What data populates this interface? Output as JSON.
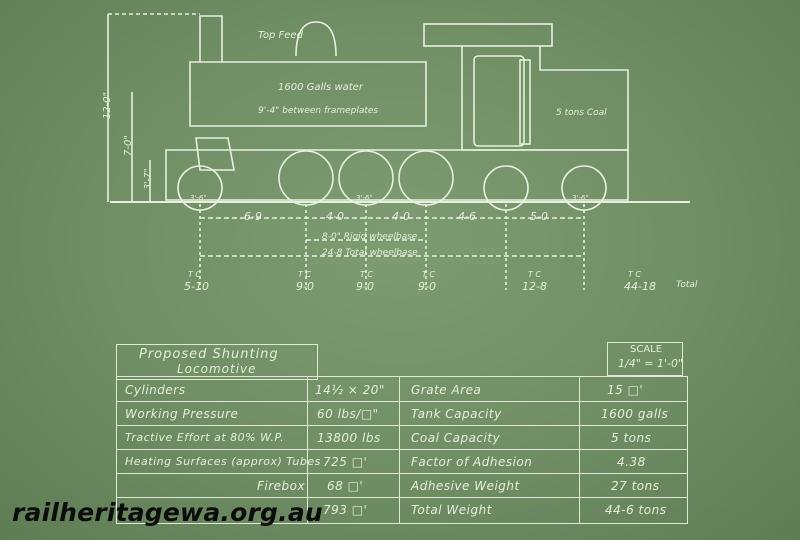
{
  "drawing": {
    "labels": {
      "top_feed": "Top Feed",
      "water": "1600 Galls water",
      "plates": "9'-4\" between frameplates",
      "coal": "5 tons Coal",
      "h12": "12-0\"",
      "h7": "7-0\"",
      "h3": "3'-7\"",
      "wd1": "3'-6\"",
      "wd2": "3'-6\"",
      "wd3": "3'-6\""
    },
    "dimensions": [
      "6-9",
      "4-0",
      "4-0",
      "4-6",
      "5-0"
    ],
    "rigid_wheelbase": "8-0\" Rigid wheelbase",
    "total_wheelbase": "24-8 Total wheelbase",
    "centres": [
      {
        "t": "T C",
        "v": "5-10"
      },
      {
        "t": "T C",
        "v": "9-0"
      },
      {
        "t": "T C",
        "v": "9-0"
      },
      {
        "t": "T C",
        "v": "9-0"
      },
      {
        "t": "T C",
        "v": "12-8"
      },
      {
        "t": "T C",
        "v": "44-18"
      }
    ],
    "total_label": "Total"
  },
  "title": {
    "line1": "Proposed Shunting",
    "line2": "Locomotive"
  },
  "scale": {
    "label": "SCALE",
    "value": "1/4\" = 1'-0\""
  },
  "specs": {
    "left": [
      {
        "label": "Cylinders",
        "value": "14½ × 20\""
      },
      {
        "label": "Working Pressure",
        "value": "60 lbs/□\""
      },
      {
        "label": "Tractive Effort at 80% W.P.",
        "value": "13800 lbs"
      },
      {
        "label": "Heating Surfaces (approx) Tubes",
        "value": "725 □'"
      },
      {
        "label": "Firebox",
        "value": "68 □'"
      },
      {
        "label": "",
        "value": "793 □'"
      }
    ],
    "right": [
      {
        "label": "Grate Area",
        "value": "15 □'"
      },
      {
        "label": "Tank Capacity",
        "value": "1600 galls"
      },
      {
        "label": "Coal Capacity",
        "value": "5 tons"
      },
      {
        "label": "Factor of Adhesion",
        "value": "4.38"
      },
      {
        "label": "Adhesive Weight",
        "value": "27 tons"
      },
      {
        "label": "Total Weight",
        "value": "44-6 tons"
      }
    ]
  },
  "watermark": "railheritagewa.org.au"
}
